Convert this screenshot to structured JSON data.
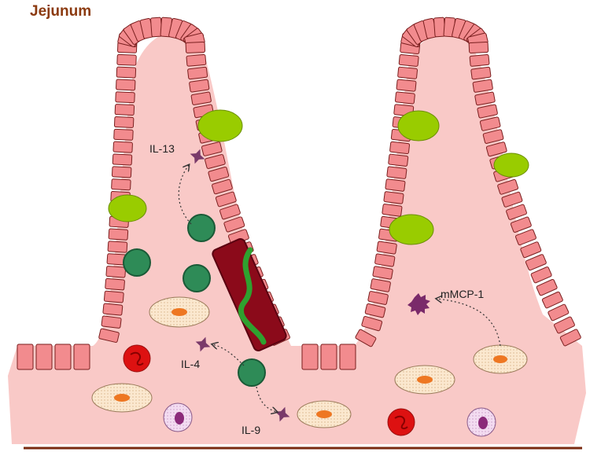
{
  "title": "Jejunum",
  "labels": {
    "il13": "IL-13",
    "il4": "IL-4",
    "il9": "IL-9",
    "mmcp1": "mMCP-1"
  },
  "colors": {
    "tissue": "#f9c9c7",
    "epithelial_fill": "#f28b8e",
    "epithelial_stroke": "#7a1f1f",
    "goblet": "#99cc00",
    "lymphocyte": "#2e8b57",
    "worm_body": "#8b0a1a",
    "worm_line": "#2fa12f",
    "nucleus": "#ee7722",
    "rbc": "#dd1111",
    "title": "#8b3a10"
  },
  "icons": [
    "cytokine-star-icon",
    "mmcp1-burst-icon"
  ]
}
